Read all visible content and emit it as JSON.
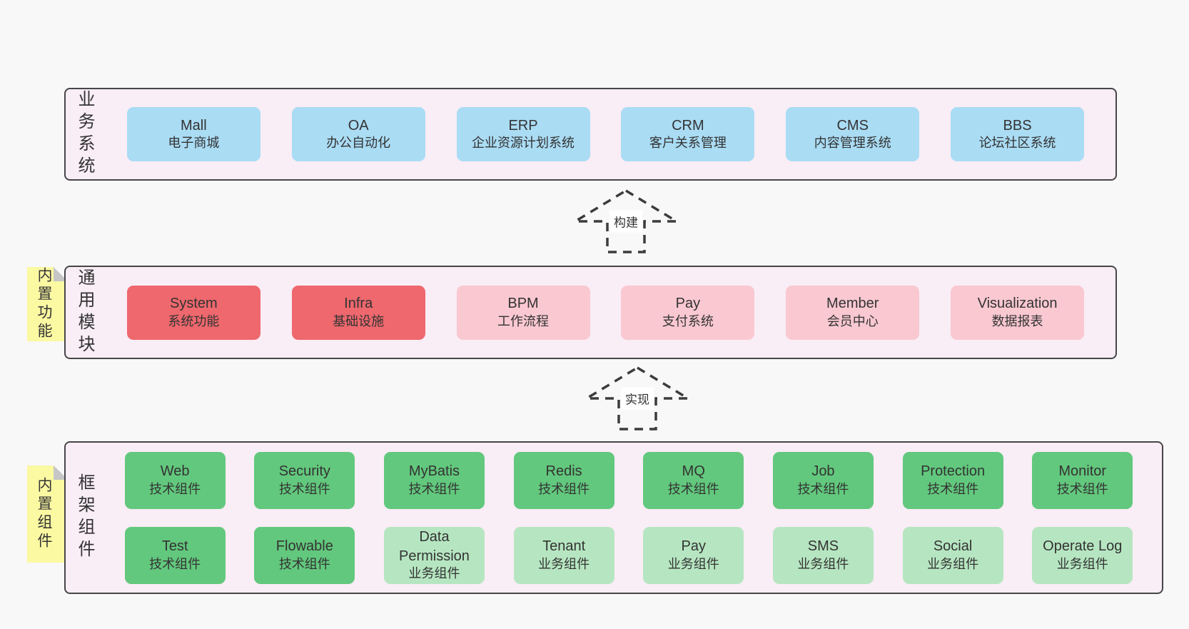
{
  "colors": {
    "page_bg": "#f8f8f8",
    "panel_bg": "#f9edf6",
    "border": "#464646",
    "text": "#333333",
    "blue": "#aadcf4",
    "red": "#ee686d",
    "pink": "#f9c8d1",
    "green_dark": "#62c87d",
    "green_light": "#b6e6c1",
    "note_yellow": "#fbf9a2",
    "fold_gray": "#c6c6c6",
    "arrow_stroke": "#3c3c3c"
  },
  "arrows": {
    "build_label": "构建",
    "implement_label": "实现"
  },
  "sections": {
    "business": {
      "label": "业务系统",
      "items": [
        {
          "title": "Mall",
          "subtitle": "电子商城",
          "variant": "blue"
        },
        {
          "title": "OA",
          "subtitle": "办公自动化",
          "variant": "blue"
        },
        {
          "title": "ERP",
          "subtitle": "企业资源计划系统",
          "variant": "blue"
        },
        {
          "title": "CRM",
          "subtitle": "客户关系管理",
          "variant": "blue"
        },
        {
          "title": "CMS",
          "subtitle": "内容管理系统",
          "variant": "blue"
        },
        {
          "title": "BBS",
          "subtitle": "论坛社区系统",
          "variant": "blue"
        }
      ]
    },
    "modules": {
      "label": "通用模块",
      "note": "内置功能",
      "items": [
        {
          "title": "System",
          "subtitle": "系统功能",
          "variant": "red"
        },
        {
          "title": "Infra",
          "subtitle": "基础设施",
          "variant": "red"
        },
        {
          "title": "BPM",
          "subtitle": "工作流程",
          "variant": "pink"
        },
        {
          "title": "Pay",
          "subtitle": "支付系统",
          "variant": "pink"
        },
        {
          "title": "Member",
          "subtitle": "会员中心",
          "variant": "pink"
        },
        {
          "title": "Visualization",
          "subtitle": "数据报表",
          "variant": "pink"
        }
      ]
    },
    "components": {
      "label": "框架组件",
      "note": "内置组件",
      "rows": [
        [
          {
            "title": "Web",
            "subtitle": "技术组件",
            "variant": "green"
          },
          {
            "title": "Security",
            "subtitle": "技术组件",
            "variant": "green"
          },
          {
            "title": "MyBatis",
            "subtitle": "技术组件",
            "variant": "green"
          },
          {
            "title": "Redis",
            "subtitle": "技术组件",
            "variant": "green"
          },
          {
            "title": "MQ",
            "subtitle": "技术组件",
            "variant": "green"
          },
          {
            "title": "Job",
            "subtitle": "技术组件",
            "variant": "green"
          },
          {
            "title": "Protection",
            "subtitle": "技术组件",
            "variant": "green"
          },
          {
            "title": "Monitor",
            "subtitle": "技术组件",
            "variant": "green"
          }
        ],
        [
          {
            "title": "Test",
            "subtitle": "技术组件",
            "variant": "green"
          },
          {
            "title": "Flowable",
            "subtitle": "技术组件",
            "variant": "green"
          },
          {
            "title": "Data Permission",
            "subtitle": "业务组件",
            "variant": "lightgreen"
          },
          {
            "title": "Tenant",
            "subtitle": "业务组件",
            "variant": "lightgreen"
          },
          {
            "title": "Pay",
            "subtitle": "业务组件",
            "variant": "lightgreen"
          },
          {
            "title": "SMS",
            "subtitle": "业务组件",
            "variant": "lightgreen"
          },
          {
            "title": "Social",
            "subtitle": "业务组件",
            "variant": "lightgreen"
          },
          {
            "title": "Operate Log",
            "subtitle": "业务组件",
            "variant": "lightgreen"
          }
        ]
      ]
    }
  }
}
